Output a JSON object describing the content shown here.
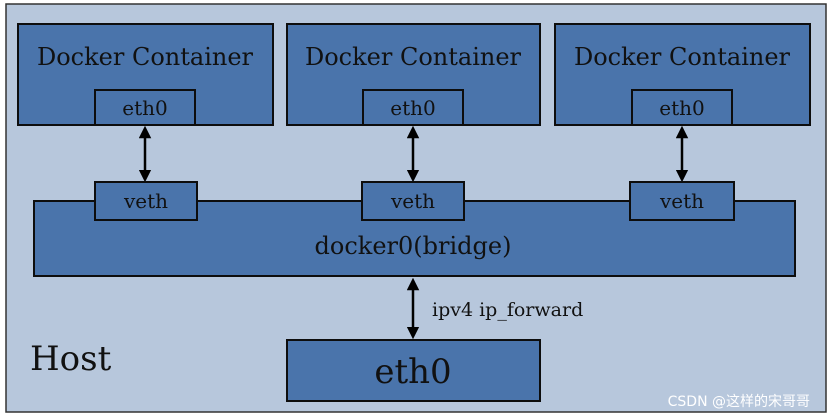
{
  "diagram": {
    "colors": {
      "host_background": "#b7c7dc",
      "box_fill": "#4a74ab",
      "box_stroke": "#0d0d0d",
      "connector": "#000000"
    },
    "containers": [
      {
        "title": "Docker Container",
        "interface": "eth0"
      },
      {
        "title": "Docker Container",
        "interface": "eth0"
      },
      {
        "title": "Docker Container",
        "interface": "eth0"
      }
    ],
    "veth_labels": [
      "veth",
      "veth",
      "veth"
    ],
    "bridge_label": "docker0(bridge)",
    "host_label": "Host",
    "host_interface": "eth0",
    "forward_label": "ipv4 ip_forward",
    "watermark": "CSDN @这样的宋哥哥"
  }
}
